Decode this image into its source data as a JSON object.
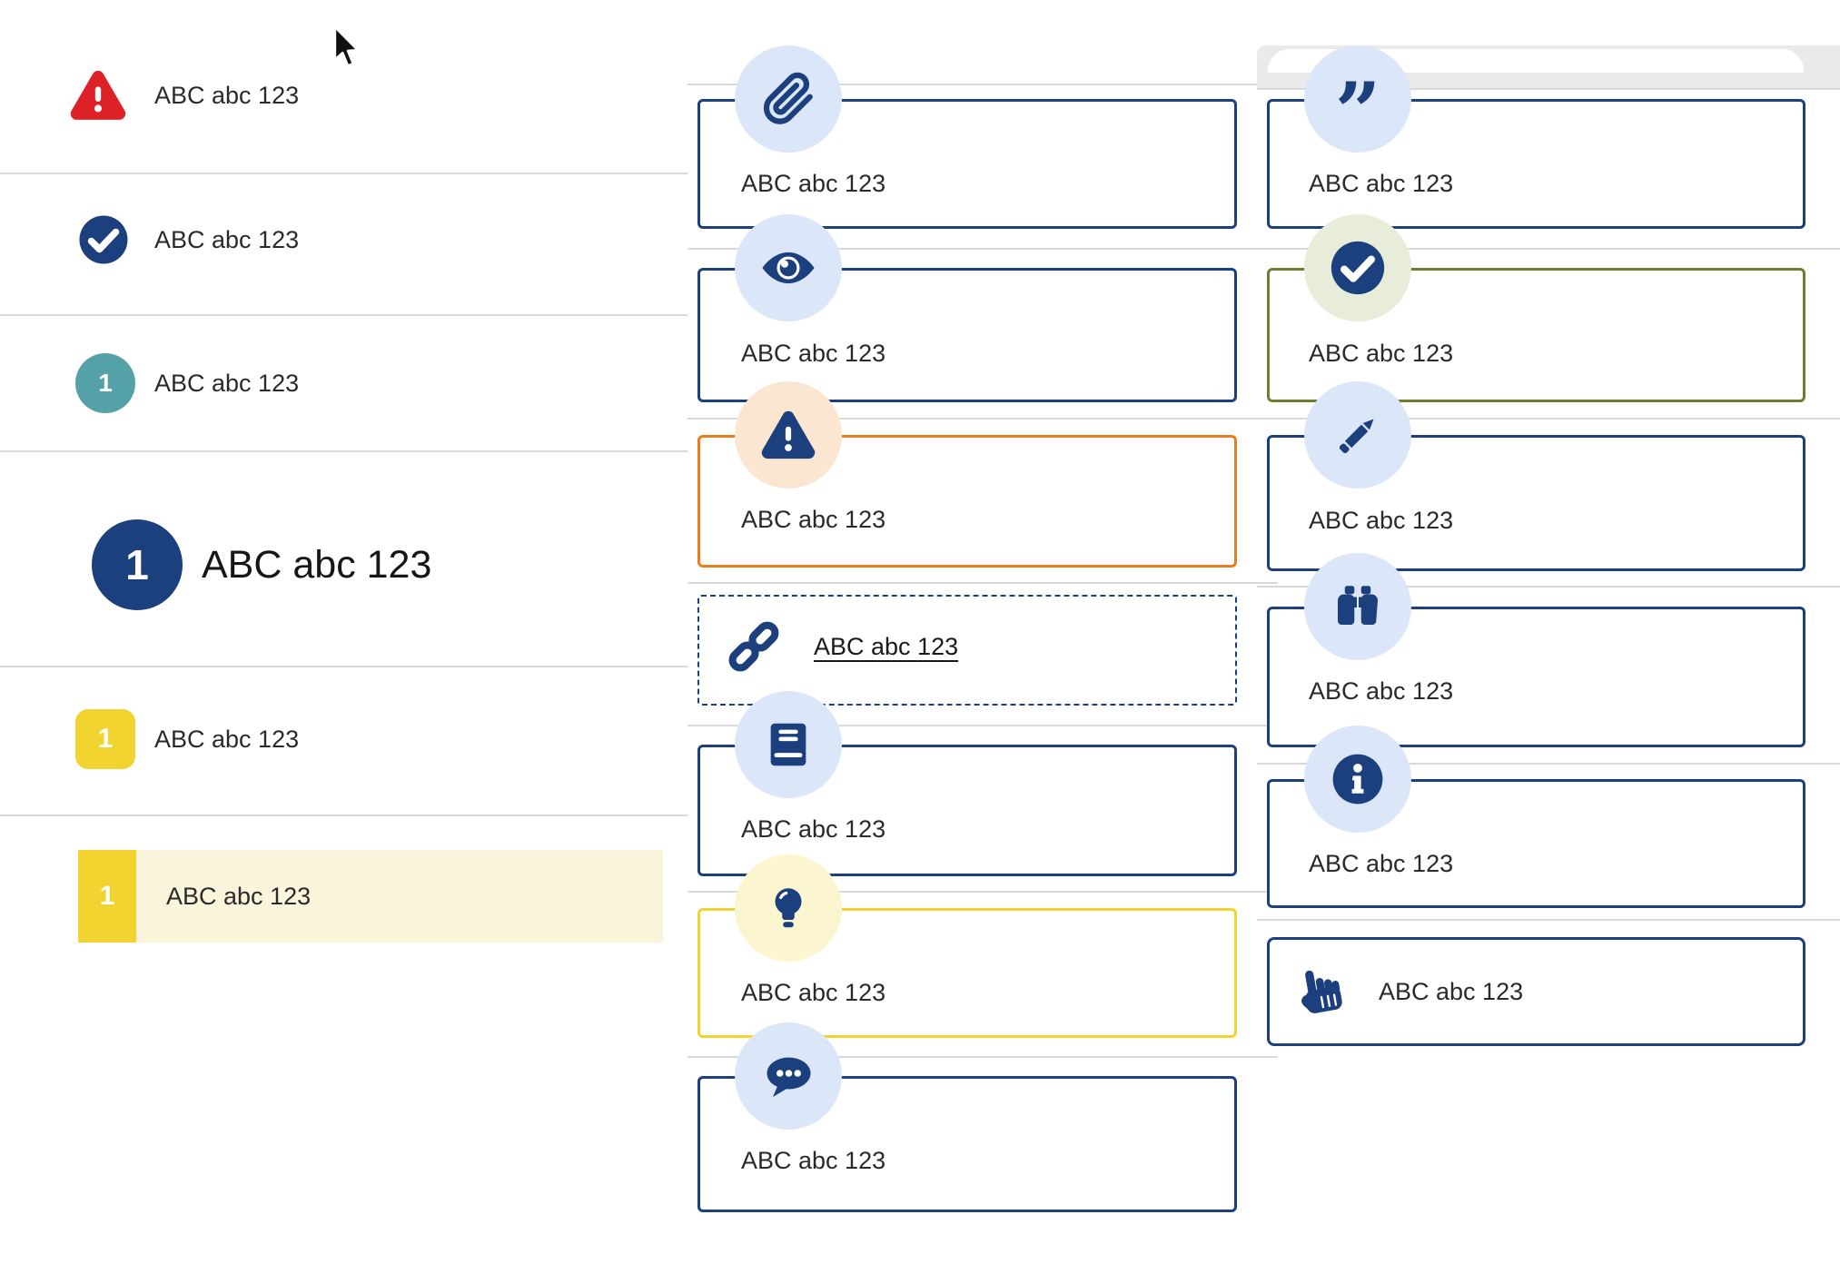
{
  "colors": {
    "navy": "#1c3f7d",
    "red": "#dc2127",
    "teal": "#54a2a7",
    "yellow": "#f1d42f",
    "orange": "#ea7d1f",
    "olive": "#6f7d33",
    "lightblue": "#dbe7f8",
    "peach": "#fbe6d2",
    "palegreen": "#e8edda",
    "paleyellow": "#fbf5d0",
    "highlight": "#faf5da",
    "divider": "#d9d9d9",
    "text": "#2a2a2a",
    "heading": "#161616"
  },
  "quote_glyph": "”",
  "left_list": {
    "items": [
      {
        "icon": "warning-triangle-red",
        "label": "ABC abc 123"
      },
      {
        "icon": "check-circle",
        "label": "ABC abc 123"
      },
      {
        "icon": "numbered-badge-teal",
        "badge": "1",
        "label": "ABC abc 123"
      },
      {
        "icon": "numbered-badge-large",
        "badge": "1",
        "label": "ABC abc 123"
      },
      {
        "icon": "numbered-badge-yellow",
        "badge": "1",
        "label": "ABC abc 123"
      },
      {
        "icon": "numbered-badge-yellow-highlight",
        "badge": "1",
        "label": "ABC abc 123",
        "highlighted": true
      }
    ]
  },
  "middle_callouts": {
    "items": [
      {
        "icon": "paperclip",
        "label": "ABC abc 123",
        "style": "navy"
      },
      {
        "icon": "eye",
        "label": "ABC abc 123",
        "style": "navy"
      },
      {
        "icon": "warning-triangle",
        "label": "ABC abc 123",
        "style": "orange"
      },
      {
        "icon": "link",
        "label": "ABC abc 123",
        "style": "dashed-link"
      },
      {
        "icon": "book",
        "label": "ABC abc 123",
        "style": "navy"
      },
      {
        "icon": "lightbulb",
        "label": "ABC abc 123",
        "style": "yellow"
      },
      {
        "icon": "chat-dots",
        "label": "ABC abc 123",
        "style": "navy"
      }
    ]
  },
  "right_callouts": {
    "items": [
      {
        "icon": "quote",
        "label": "ABC abc 123",
        "style": "navy"
      },
      {
        "icon": "check-circle",
        "label": "ABC abc 123",
        "style": "olive"
      },
      {
        "icon": "pencil",
        "label": "ABC abc 123",
        "style": "navy"
      },
      {
        "icon": "binoculars",
        "label": "ABC abc 123",
        "style": "navy"
      },
      {
        "icon": "info-circle",
        "label": "ABC abc 123",
        "style": "navy"
      },
      {
        "icon": "hand-pointer",
        "label": "ABC abc 123",
        "style": "navy-inline"
      }
    ]
  }
}
